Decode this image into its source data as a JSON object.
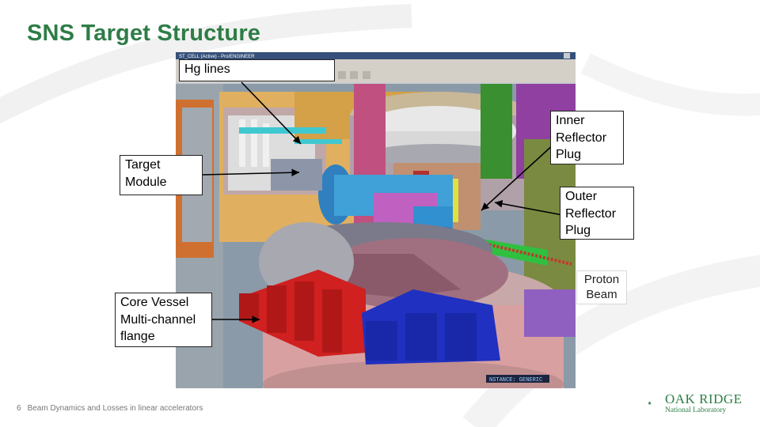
{
  "slide": {
    "title": "SNS Target Structure",
    "footer_page": "6",
    "footer_text": "Beam Dynamics and Losses in linear accelerators"
  },
  "callouts": {
    "hg_lines": "Hg lines",
    "target_module": [
      "Target",
      "Module"
    ],
    "inner_reflector": [
      "Inner",
      "Reflector",
      "Plug"
    ],
    "outer_reflector": [
      "Outer",
      "Reflector",
      "Plug"
    ],
    "proton_beam": [
      "Proton",
      "Beam"
    ],
    "core_vessel": [
      "Core Vessel",
      "Multi-channel",
      "flange"
    ]
  },
  "screenshot": {
    "window_title": "ST_CELL (Active) - Pro/ENGINEER",
    "status_text": "NSTANCE: GENERIC"
  },
  "logo": {
    "line1": "OAK RIDGE",
    "line2": "National Laboratory"
  },
  "colors": {
    "title_green": "#2e7d46",
    "logo_green": "#2e7d46",
    "beam_red": "#c0392b"
  }
}
